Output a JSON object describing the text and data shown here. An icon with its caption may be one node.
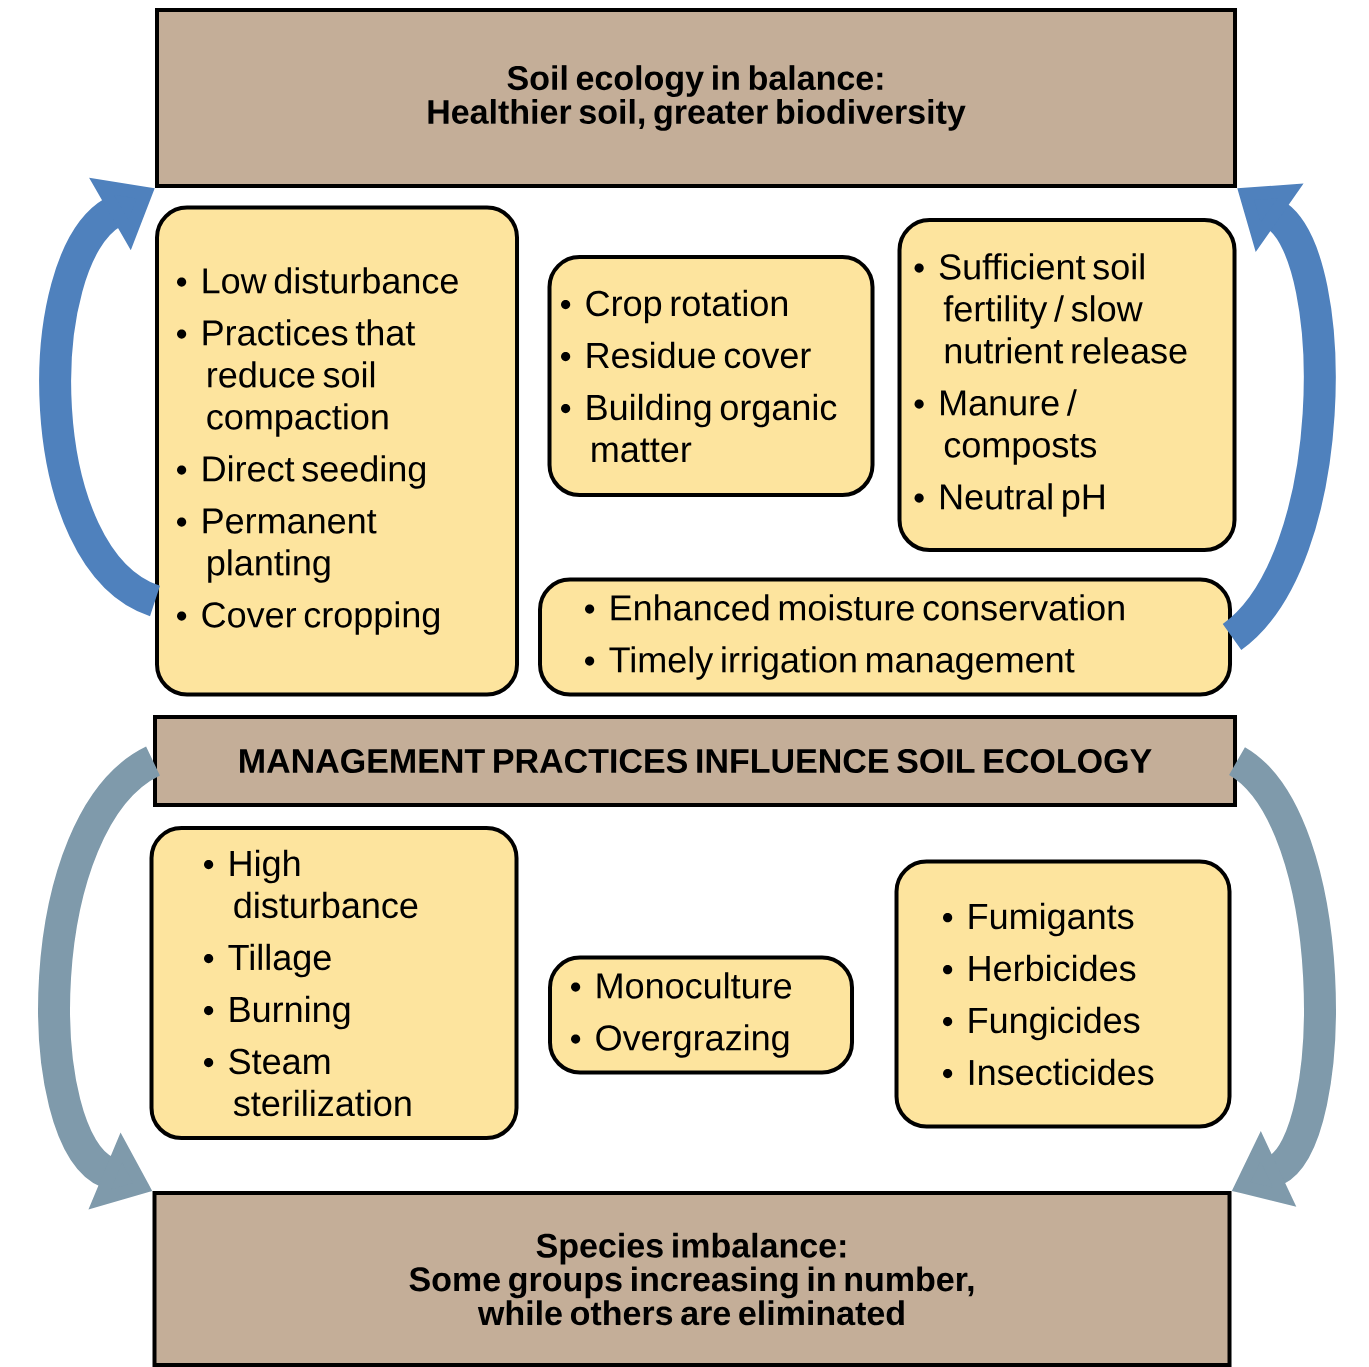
{
  "diagram": {
    "nodes": [
      {
        "text": [
          "Soil ecology in balance:",
          "Healthier soil, greater biodiversity"
        ]
      },
      {
        "text": [
          "Low disturbance",
          "Practices that reduce soil compaction",
          "Direct seeding",
          "Permanent planting",
          "Cover cropping"
        ]
      },
      {
        "text": [
          "Crop rotation",
          "Residue cover",
          "Building organic matter"
        ]
      },
      {
        "text": [
          "Sufficient soil fertility / slow nutrient release",
          "Manure / composts",
          "Neutral pH"
        ]
      },
      {
        "text": [
          "Enhanced moisture conservation",
          "Timely irrigation management"
        ]
      },
      {
        "text": [
          "MANAGEMENT PRACTICES INFLUENCE SOIL ECOLOGY"
        ]
      },
      {
        "text": [
          "High disturbance",
          "Tillage",
          "Burning",
          "Steam sterilization"
        ]
      },
      {
        "text": [
          "Monoculture",
          "Overgrazing"
        ]
      },
      {
        "text": [
          "Fumigants",
          "Herbicides",
          "Fungicides",
          "Insecticides"
        ]
      },
      {
        "text": [
          "Species imbalance:",
          "Some groups increasing in number, while others are eliminated"
        ]
      }
    ],
    "edges": [
      {
        "from": 1,
        "to": 0,
        "arrow": "to",
        "color": "#4f81bd"
      },
      {
        "from": 4,
        "to": 0,
        "arrow": "to",
        "color": "#4f81bd"
      },
      {
        "from": 5,
        "to": 9,
        "arrow": "to",
        "color": "#7f9aab"
      },
      {
        "from": 5,
        "to": 9,
        "arrow": "to",
        "color": "#7f9aab"
      }
    ]
  }
}
